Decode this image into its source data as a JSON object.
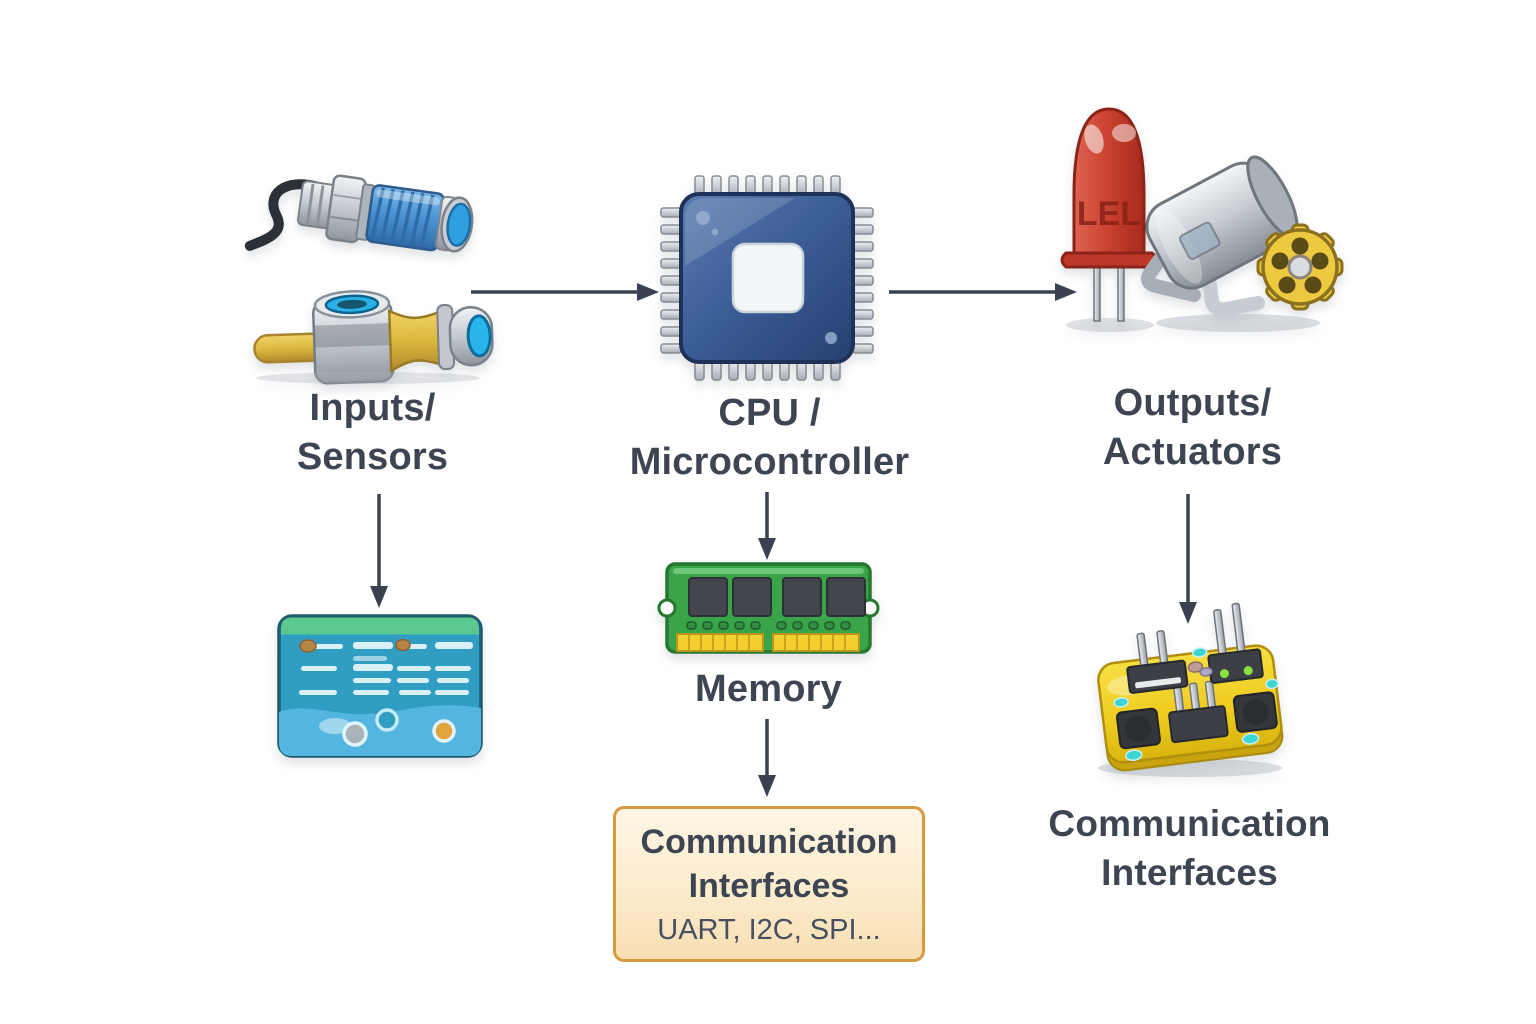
{
  "nodes": {
    "inputs": {
      "line1": "Inputs/",
      "line2": "Sensors"
    },
    "cpu": {
      "line1": "CPU /",
      "line2": "Microcontroller"
    },
    "outputs": {
      "line1": "Outputs/",
      "line2": "Actuators"
    },
    "memory": {
      "label": "Memory"
    },
    "comm_box": {
      "line1": "Communication",
      "line2": "Interfaces",
      "subtitle": "UART, I2C, SPI..."
    },
    "comm_right": {
      "line1": "Communication",
      "line2": "Interfaces"
    }
  },
  "icons": {
    "inputs": [
      "proximity-sensor-icon",
      "flow-sensor-icon"
    ],
    "cpu": "microchip-icon",
    "outputs": [
      "led-icon",
      "dc-motor-gear-icon"
    ],
    "inputs_detail": "signal-panel-icon",
    "memory": "ram-module-icon",
    "comm_right": "pcb-module-icon",
    "led_marking": "LEL"
  },
  "arrows": [
    "sensors-to-cpu",
    "cpu-to-outputs",
    "inputs-down-to-panel",
    "cpu-down-to-memory",
    "memory-down-to-comm-box",
    "outputs-down-to-pcb"
  ],
  "colors": {
    "background": "#ffffff",
    "text": "#3e4552",
    "arrow": "#3a4150",
    "comm_box_border": "#d89a3e",
    "comm_box_fill_top": "#fdf5e3",
    "comm_box_fill_bottom": "#f8deb2",
    "cpu_body_blue": "#35548a",
    "ram_green": "#3aa44a",
    "ram_pins_gold": "#f2cf2c",
    "pcb_yellow": "#eecb1e",
    "panel_teal": "#2f9ec2",
    "panel_top_green": "#5bc98f",
    "led_red": "#c5392b",
    "gear_yellow": "#ecc93f",
    "sensor_blue": "#4a94d4",
    "sensor_lens_blue": "#29b4ea"
  }
}
